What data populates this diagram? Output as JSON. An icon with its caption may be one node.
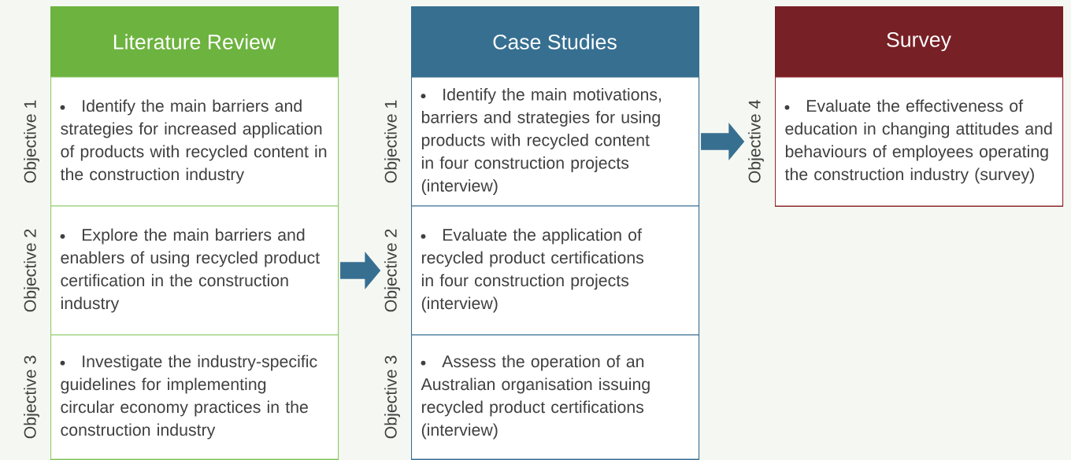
{
  "diagram": {
    "nodes": [
      {
        "text": [
          "Literature Review"
        ]
      },
      {
        "text": [
          "Identify the main barriers and strategies for increased application of products with recycled content in the construction industry"
        ],
        "in": 0,
        "beside": [
          "Objective 1"
        ]
      },
      {
        "text": [
          "Explore the main barriers and enablers of using recycled product certification in the construction industry"
        ],
        "in": 0,
        "beside": [
          "Objective 2"
        ]
      },
      {
        "text": [
          "Investigate the industry-specific guidelines for implementing circular economy practices in the construction industry"
        ],
        "in": 0,
        "beside": [
          "Objective 3"
        ]
      },
      {
        "text": [
          "Case Studies"
        ]
      },
      {
        "text": [
          "Identify the main motivations, barriers and strategies for using products with recycled content in four construction projects (interview)"
        ],
        "in": 4,
        "beside": [
          "Objective 1"
        ]
      },
      {
        "text": [
          "Evaluate the application of recycled product certifications in four construction projects (interview)"
        ],
        "in": 4,
        "beside": [
          "Objective 2"
        ]
      },
      {
        "text": [
          "Assess the operation of an Australian organisation issuing recycled product certifications (interview)"
        ],
        "in": 4,
        "beside": [
          "Objective 3"
        ]
      },
      {
        "text": [
          "Survey"
        ]
      },
      {
        "text": [
          "Evaluate the effectiveness of education in changing attitudes and behaviours of employees operating the construction industry (survey)"
        ],
        "in": 8,
        "beside": [
          "Objective 4"
        ]
      }
    ],
    "edges": [
      {
        "from": 2,
        "to": 6,
        "arrow": "to"
      },
      {
        "from": 5,
        "to": 9,
        "arrow": "to"
      }
    ]
  }
}
